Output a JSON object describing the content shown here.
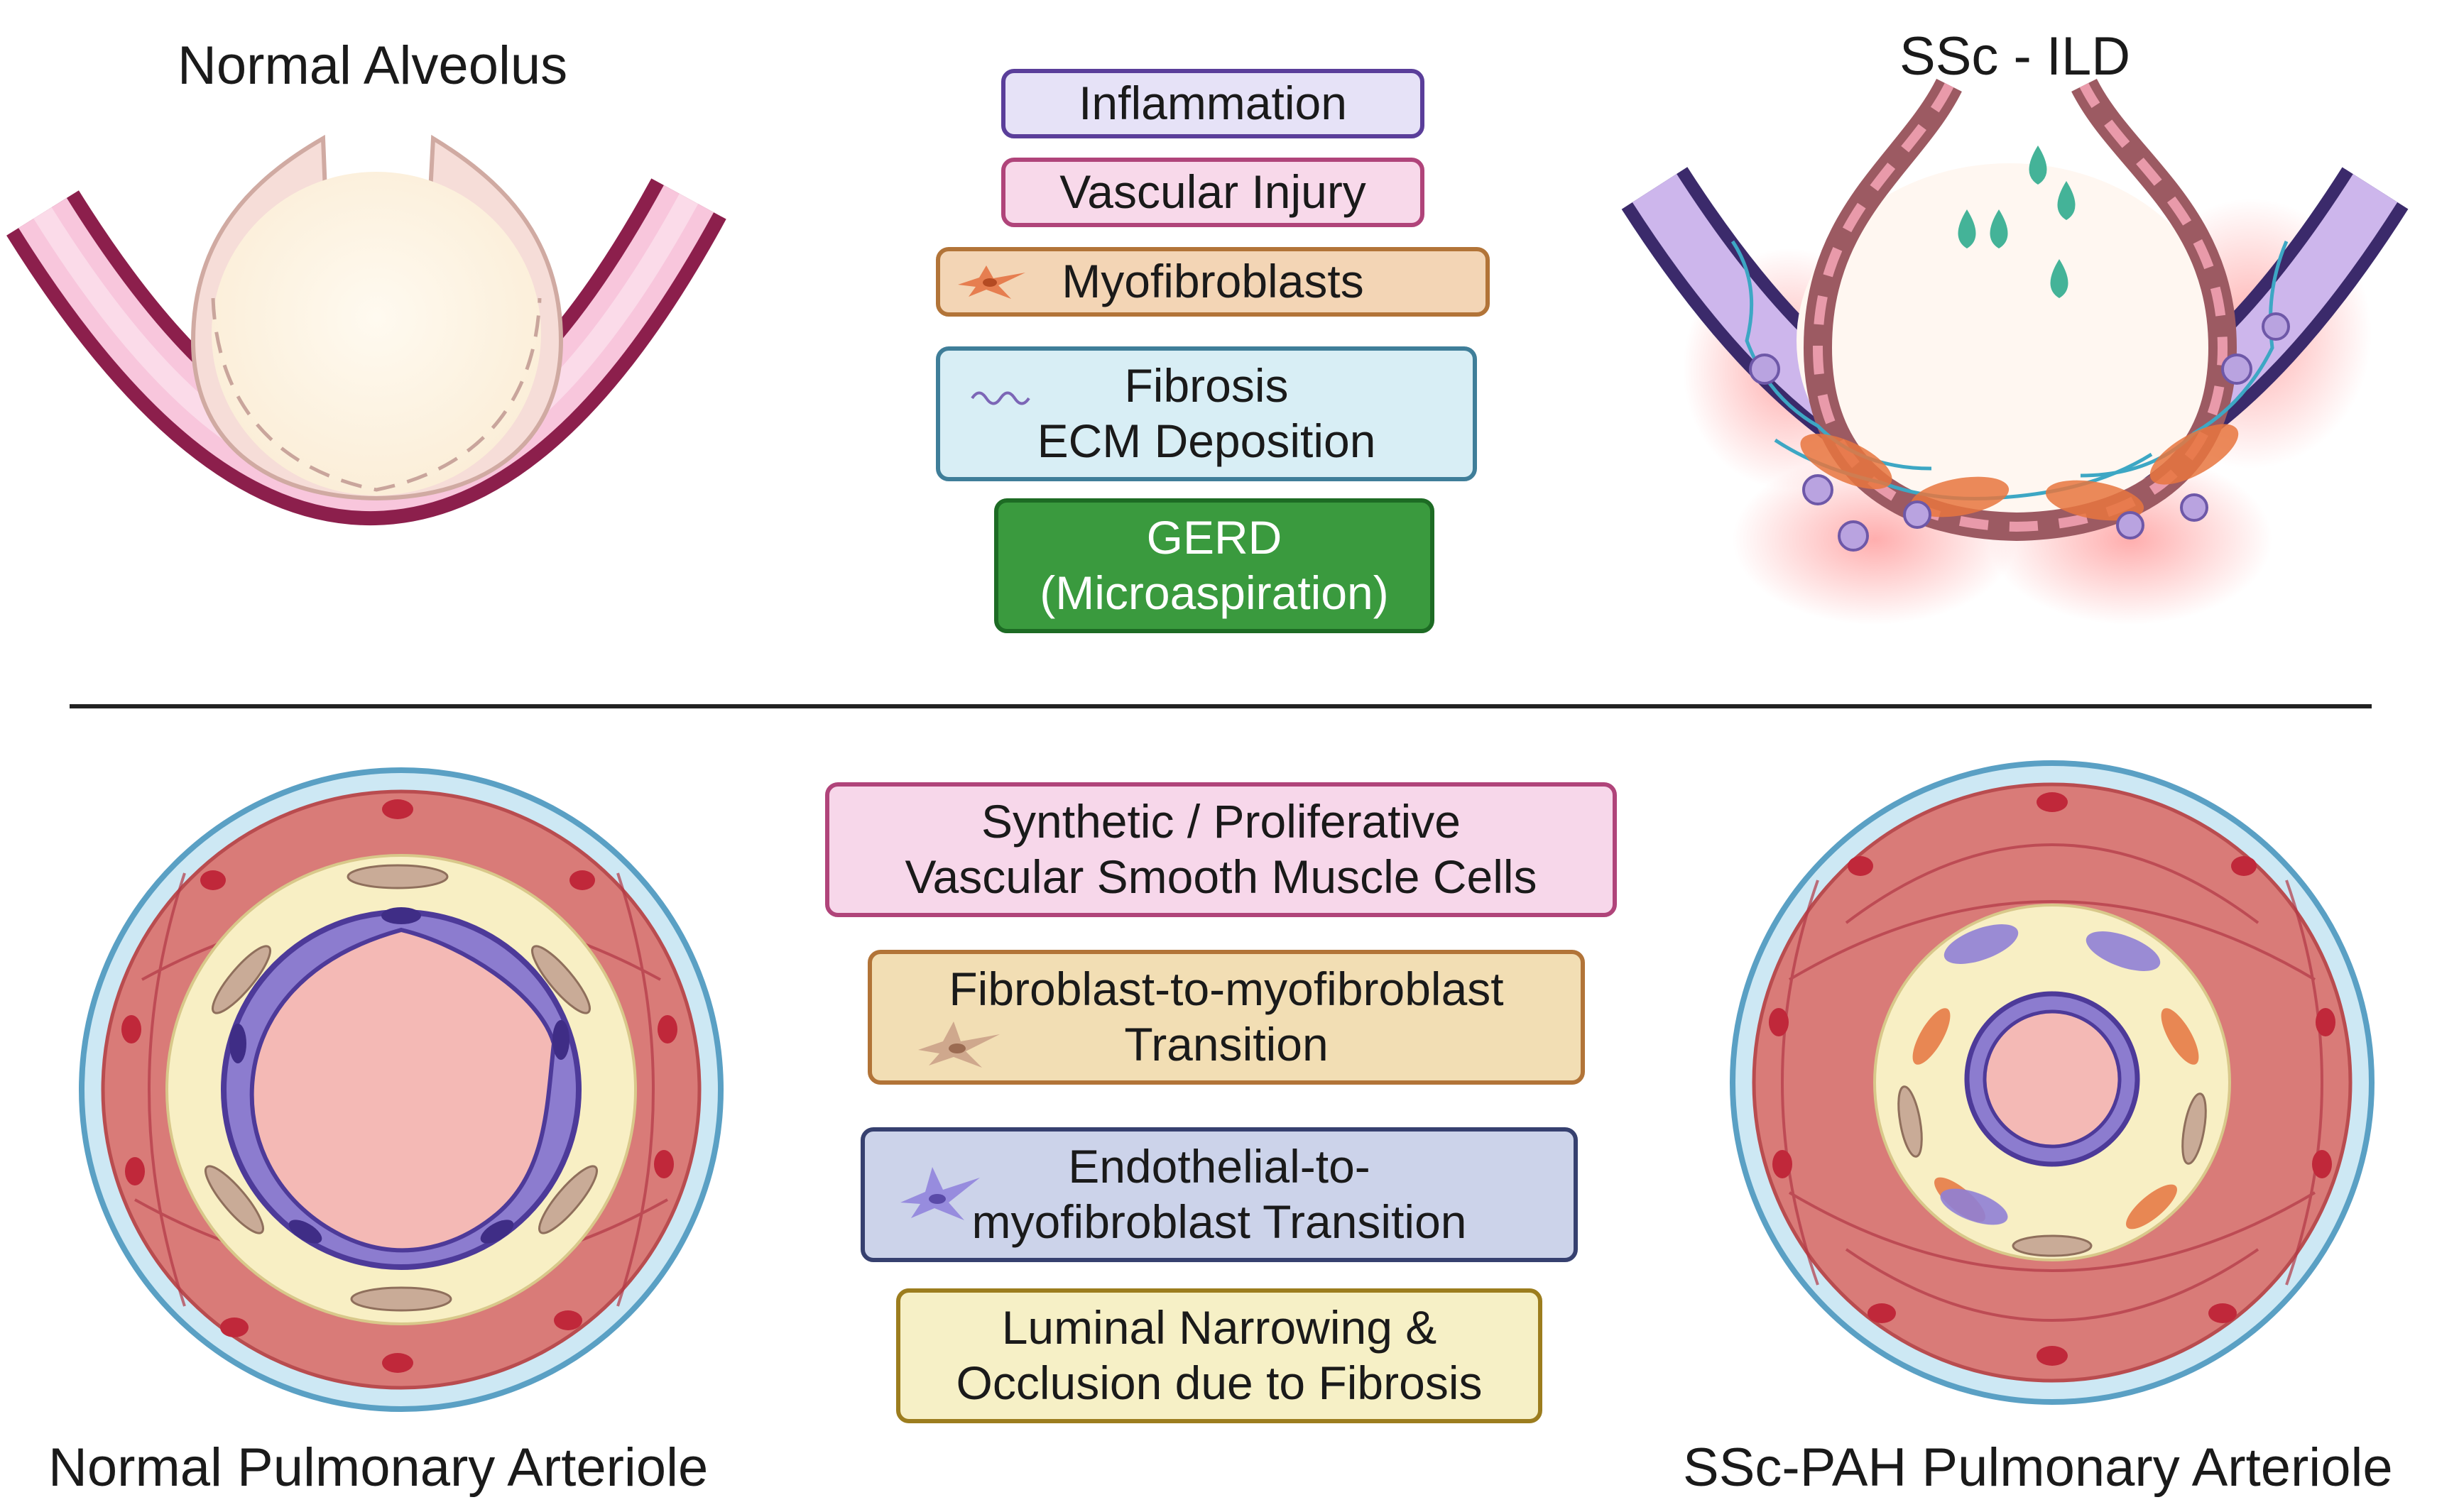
{
  "titles": {
    "normal_alveolus": "Normal Alveolus",
    "ssc_ild": "SSc - ILD",
    "normal_arteriole": "Normal Pulmonary Arteriole",
    "ssc_pah_arteriole": "SSc-PAH Pulmonary Arteriole"
  },
  "top_boxes": [
    {
      "lines": [
        "Inflammation"
      ],
      "fill": "#e6e2f7",
      "border": "#5a3e9a"
    },
    {
      "lines": [
        "Vascular Injury"
      ],
      "fill": "#f8d9ea",
      "border": "#b0447a"
    },
    {
      "lines": [
        "Myofibroblasts"
      ],
      "fill": "#f3d5b5",
      "border": "#b27438",
      "icon": "myofibroblast-cell-icon"
    },
    {
      "lines": [
        "Fibrosis",
        "ECM Deposition"
      ],
      "fill": "#d8eef5",
      "border": "#3f7e99",
      "icon": "fiber-strand-icon"
    },
    {
      "lines": [
        "GERD",
        "(Microaspiration)"
      ],
      "fill": "#3a9a3e",
      "border": "#1d6b24",
      "text_color": "#ffffff"
    }
  ],
  "bottom_boxes": [
    {
      "lines": [
        "Synthetic / Proliferative",
        "Vascular Smooth Muscle Cells"
      ],
      "fill": "#f7d7ea",
      "border": "#b0447a"
    },
    {
      "lines": [
        "Fibroblast-to-myofibroblast",
        "Transition"
      ],
      "fill": "#f2deb4",
      "border": "#b27438",
      "icon": "fibroblast-cell-icon"
    },
    {
      "lines": [
        "Endothelial-to-",
        "myofibroblast Transition"
      ],
      "fill": "#ccd3ea",
      "border": "#36406f",
      "icon": "endothelial-cell-icon"
    },
    {
      "lines": [
        "Luminal Narrowing &",
        "Occlusion due to Fibrosis"
      ],
      "fill": "#f6f0c6",
      "border": "#9c7d1e"
    }
  ]
}
